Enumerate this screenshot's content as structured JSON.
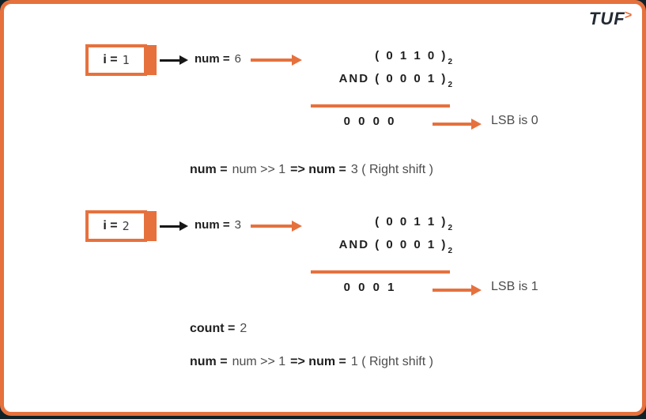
{
  "logo": {
    "text": "TUF",
    "chevron": ">"
  },
  "colors": {
    "accent": "#e6713d",
    "bottom_bar": "#0f2227",
    "bold_text": "#1e1e1e",
    "gray_text": "#4c4c4c"
  },
  "iterations": [
    {
      "box_label": "i =",
      "box_value": "1",
      "num_label": "num =",
      "num_value": "6",
      "operand1": "( 0 1 1 0 )",
      "operand1_sub": "2",
      "operand2_op": "AND",
      "operand2": "( 0 0 0 1 )",
      "operand2_sub": "2",
      "result": "0 0 0 0",
      "lsb_note": "LSB is 0"
    },
    {
      "box_label": "i =",
      "box_value": "2",
      "num_label": "num =",
      "num_value": "3",
      "operand1": "( 0 0 1 1 )",
      "operand1_sub": "2",
      "operand2_op": "AND",
      "operand2": "( 0 0 0 1 )",
      "operand2_sub": "2",
      "result": "0 0 0 1",
      "lsb_note": "LSB is 1"
    }
  ],
  "statements": {
    "shift1": {
      "b1": "num =",
      "n1": "num >> 1",
      "b2": "=> num =",
      "n2": "3 ( Right shift )"
    },
    "count": {
      "b1": "count =",
      "n1": "2"
    },
    "shift2": {
      "b1": "num =",
      "n1": "num >> 1",
      "b2": "=> num =",
      "n2": "1 ( Right shift )"
    }
  }
}
